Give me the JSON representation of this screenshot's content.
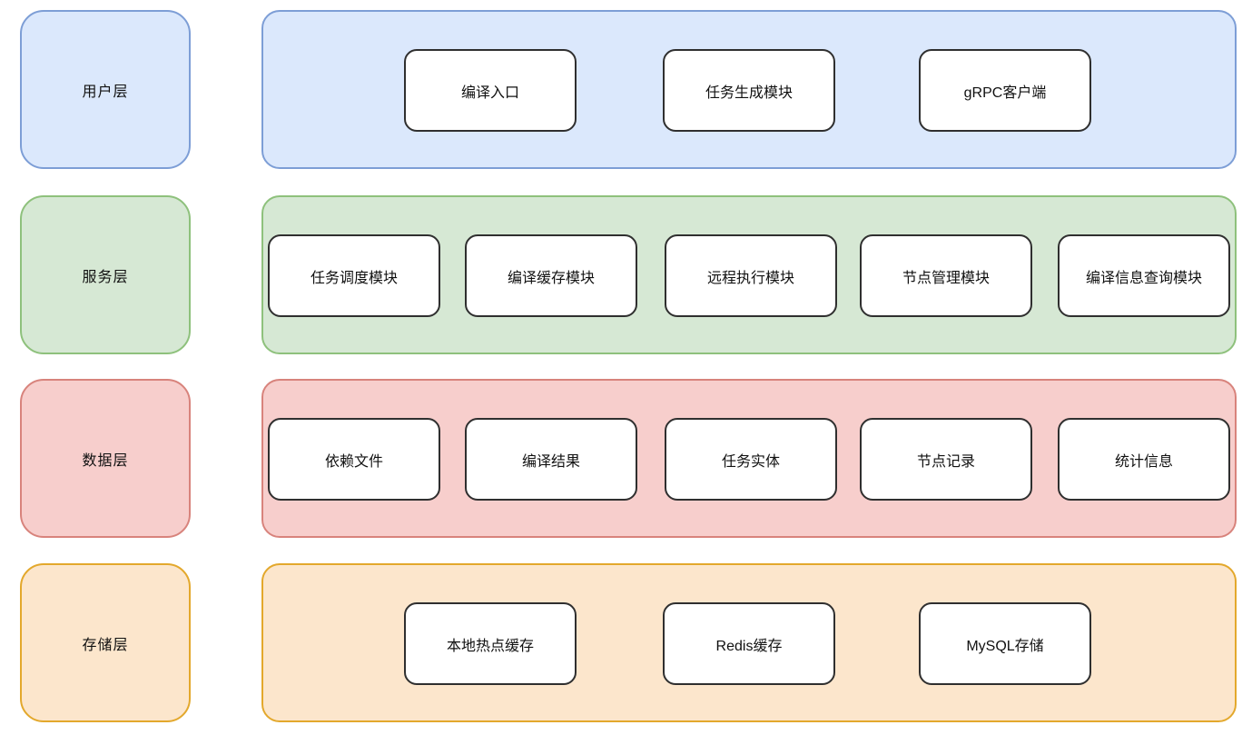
{
  "diagram": {
    "title": "layered-architecture-diagram",
    "node_fill": "#ffffff",
    "node_stroke": "#2f2f2f",
    "layers": [
      {
        "name": "user-layer",
        "label": "用户层",
        "fill": "#dbe8fc",
        "stroke": "#7d9ed6",
        "boxes": [
          "编译入口",
          "任务生成模块",
          "gRPC客户端"
        ]
      },
      {
        "name": "service-layer",
        "label": "服务层",
        "fill": "#d6e8d4",
        "stroke": "#8ec17c",
        "boxes": [
          "任务调度模块",
          "编译缓存模块",
          "远程执行模块",
          "节点管理模块",
          "编译信息查询模块"
        ]
      },
      {
        "name": "data-layer",
        "label": "数据层",
        "fill": "#f7cecc",
        "stroke": "#d8837c",
        "boxes": [
          "依赖文件",
          "编译结果",
          "任务实体",
          "节点记录",
          "统计信息"
        ]
      },
      {
        "name": "storage-layer",
        "label": "存储层",
        "fill": "#fce6cc",
        "stroke": "#e3a82c",
        "boxes": [
          "本地热点缓存",
          "Redis缓存",
          "MySQL存储"
        ]
      }
    ]
  }
}
